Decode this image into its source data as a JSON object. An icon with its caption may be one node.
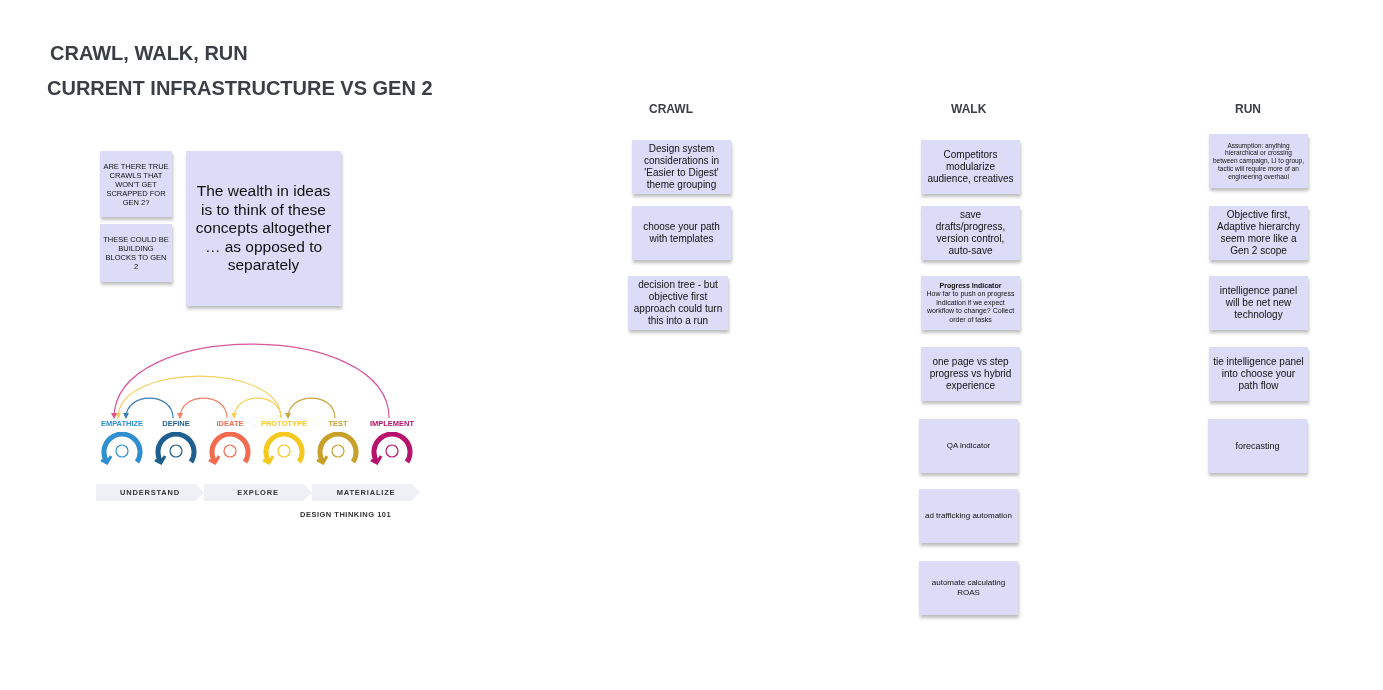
{
  "diagram": {
    "title": "CRAWL, WALK, RUN",
    "nodes": [
      {
        "text": [
          "ARE THERE TRUE CRAWLS THAT WON'T GET SCRAPPED FOR GEN 2?"
        ]
      },
      {
        "text": [
          "THESE COULD BE BUILDING BLOCKS TO GEN 2"
        ]
      },
      {
        "text": [
          "The wealth in ideas is to think of these concepts altogether … as opposed to separately"
        ]
      },
      {
        "text": [
          "Design system considerations in 'Easier to Digest' theme grouping"
        ]
      },
      {
        "text": [
          "choose your path with templates"
        ]
      },
      {
        "text": [
          "decision tree - but objective first approach could turn this into a run"
        ]
      },
      {
        "text": [
          "Competitors modularize audience, creatives"
        ]
      },
      {
        "text": [
          "save drafts/progress, version control, auto-save"
        ]
      },
      {
        "text": [
          "Progress Indicator",
          "How far to push on progress indication if we expect workflow to change? Collect order of tasks"
        ]
      },
      {
        "text": [
          "one page vs step progress vs hybrid experience"
        ]
      },
      {
        "text": [
          "QA indicator"
        ]
      },
      {
        "text": [
          "ad trafficking automation"
        ]
      },
      {
        "text": [
          "automate calculating ROAS"
        ]
      },
      {
        "text": [
          "Assumption: anything hierarchical or crossing between campaign, LI to group, tactic will require more of an engineering overhaul"
        ]
      },
      {
        "text": [
          "Objective first, Adaptive hierarchy seem more like a Gen 2 scope"
        ]
      },
      {
        "text": [
          "intelligence panel will be net new technology"
        ]
      },
      {
        "text": [
          "tie intelligence panel into choose your path flow"
        ]
      },
      {
        "text": [
          "forecasting"
        ]
      },
      {
        "text": [
          "EMPATHIZE"
        ]
      },
      {
        "text": [
          "DEFINE"
        ]
      },
      {
        "text": [
          "IDEATE"
        ]
      },
      {
        "text": [
          "PROTOTYPE"
        ]
      },
      {
        "text": [
          "TEST"
        ]
      },
      {
        "text": [
          "IMPLEMENT"
        ]
      },
      {
        "text": [
          "UNDERSTAND"
        ]
      },
      {
        "text": [
          "EXPLORE"
        ]
      },
      {
        "text": [
          "MATERIALIZE"
        ]
      }
    ],
    "edges": [
      {
        "from": 19,
        "to": 18,
        "arrow": "to",
        "color": "#3a7fb5"
      },
      {
        "from": 20,
        "to": 19,
        "arrow": "to",
        "color": "#f0806a"
      },
      {
        "from": 21,
        "to": 20,
        "arrow": "to",
        "color": "#f5cf5c"
      },
      {
        "from": 22,
        "to": 21,
        "arrow": "to",
        "color": "#c9a640"
      },
      {
        "from": 21,
        "to": 18,
        "arrow": "to",
        "color": "#f5cf5c"
      },
      {
        "from": 23,
        "to": 18,
        "arrow": "to",
        "color": "#d9559a"
      }
    ],
    "labels": [
      "CURRENT INFRASTRUCTURE VS GEN 2",
      "CRAWL",
      "WALK",
      "RUN",
      "DESIGN THINKING 101"
    ]
  }
}
